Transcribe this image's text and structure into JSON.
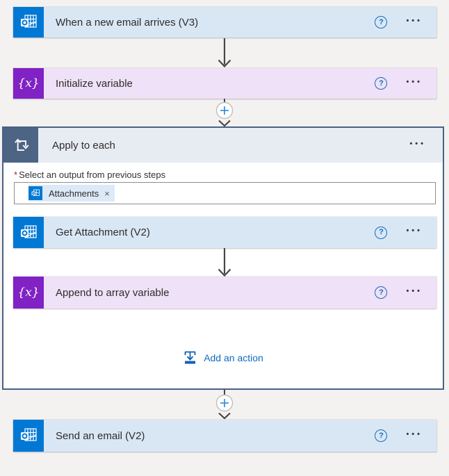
{
  "colors": {
    "connector_blue": "#0078D4",
    "card_blue_bg": "#D9E7F5",
    "variable_purple": "#8122C5",
    "card_purple_bg": "#EFE1F7",
    "scope_border": "#486186",
    "scope_header_icon_bg": "#4D6484",
    "scope_header_bg": "#E7ECF3",
    "link_blue": "#0F6CBD",
    "required_red": "#A4262C"
  },
  "icons": {
    "help_glyph": "?",
    "more_glyph": "•••",
    "plus_glyph": "+",
    "close_glyph": "×",
    "variable_glyph": "{x}"
  },
  "trigger_card": {
    "title": "When a new email arrives (V3)"
  },
  "initialize_card": {
    "title": "Initialize variable"
  },
  "apply_to_each": {
    "title": "Apply to each",
    "required_mark": "*",
    "output_label": "Select an output from previous steps",
    "token": {
      "label": "Attachments"
    },
    "get_attachment_card": {
      "title": "Get Attachment (V2)"
    },
    "append_card": {
      "title": "Append to array variable"
    },
    "add_action": {
      "label": "Add an action"
    }
  },
  "send_card": {
    "title": "Send an email (V2)"
  }
}
